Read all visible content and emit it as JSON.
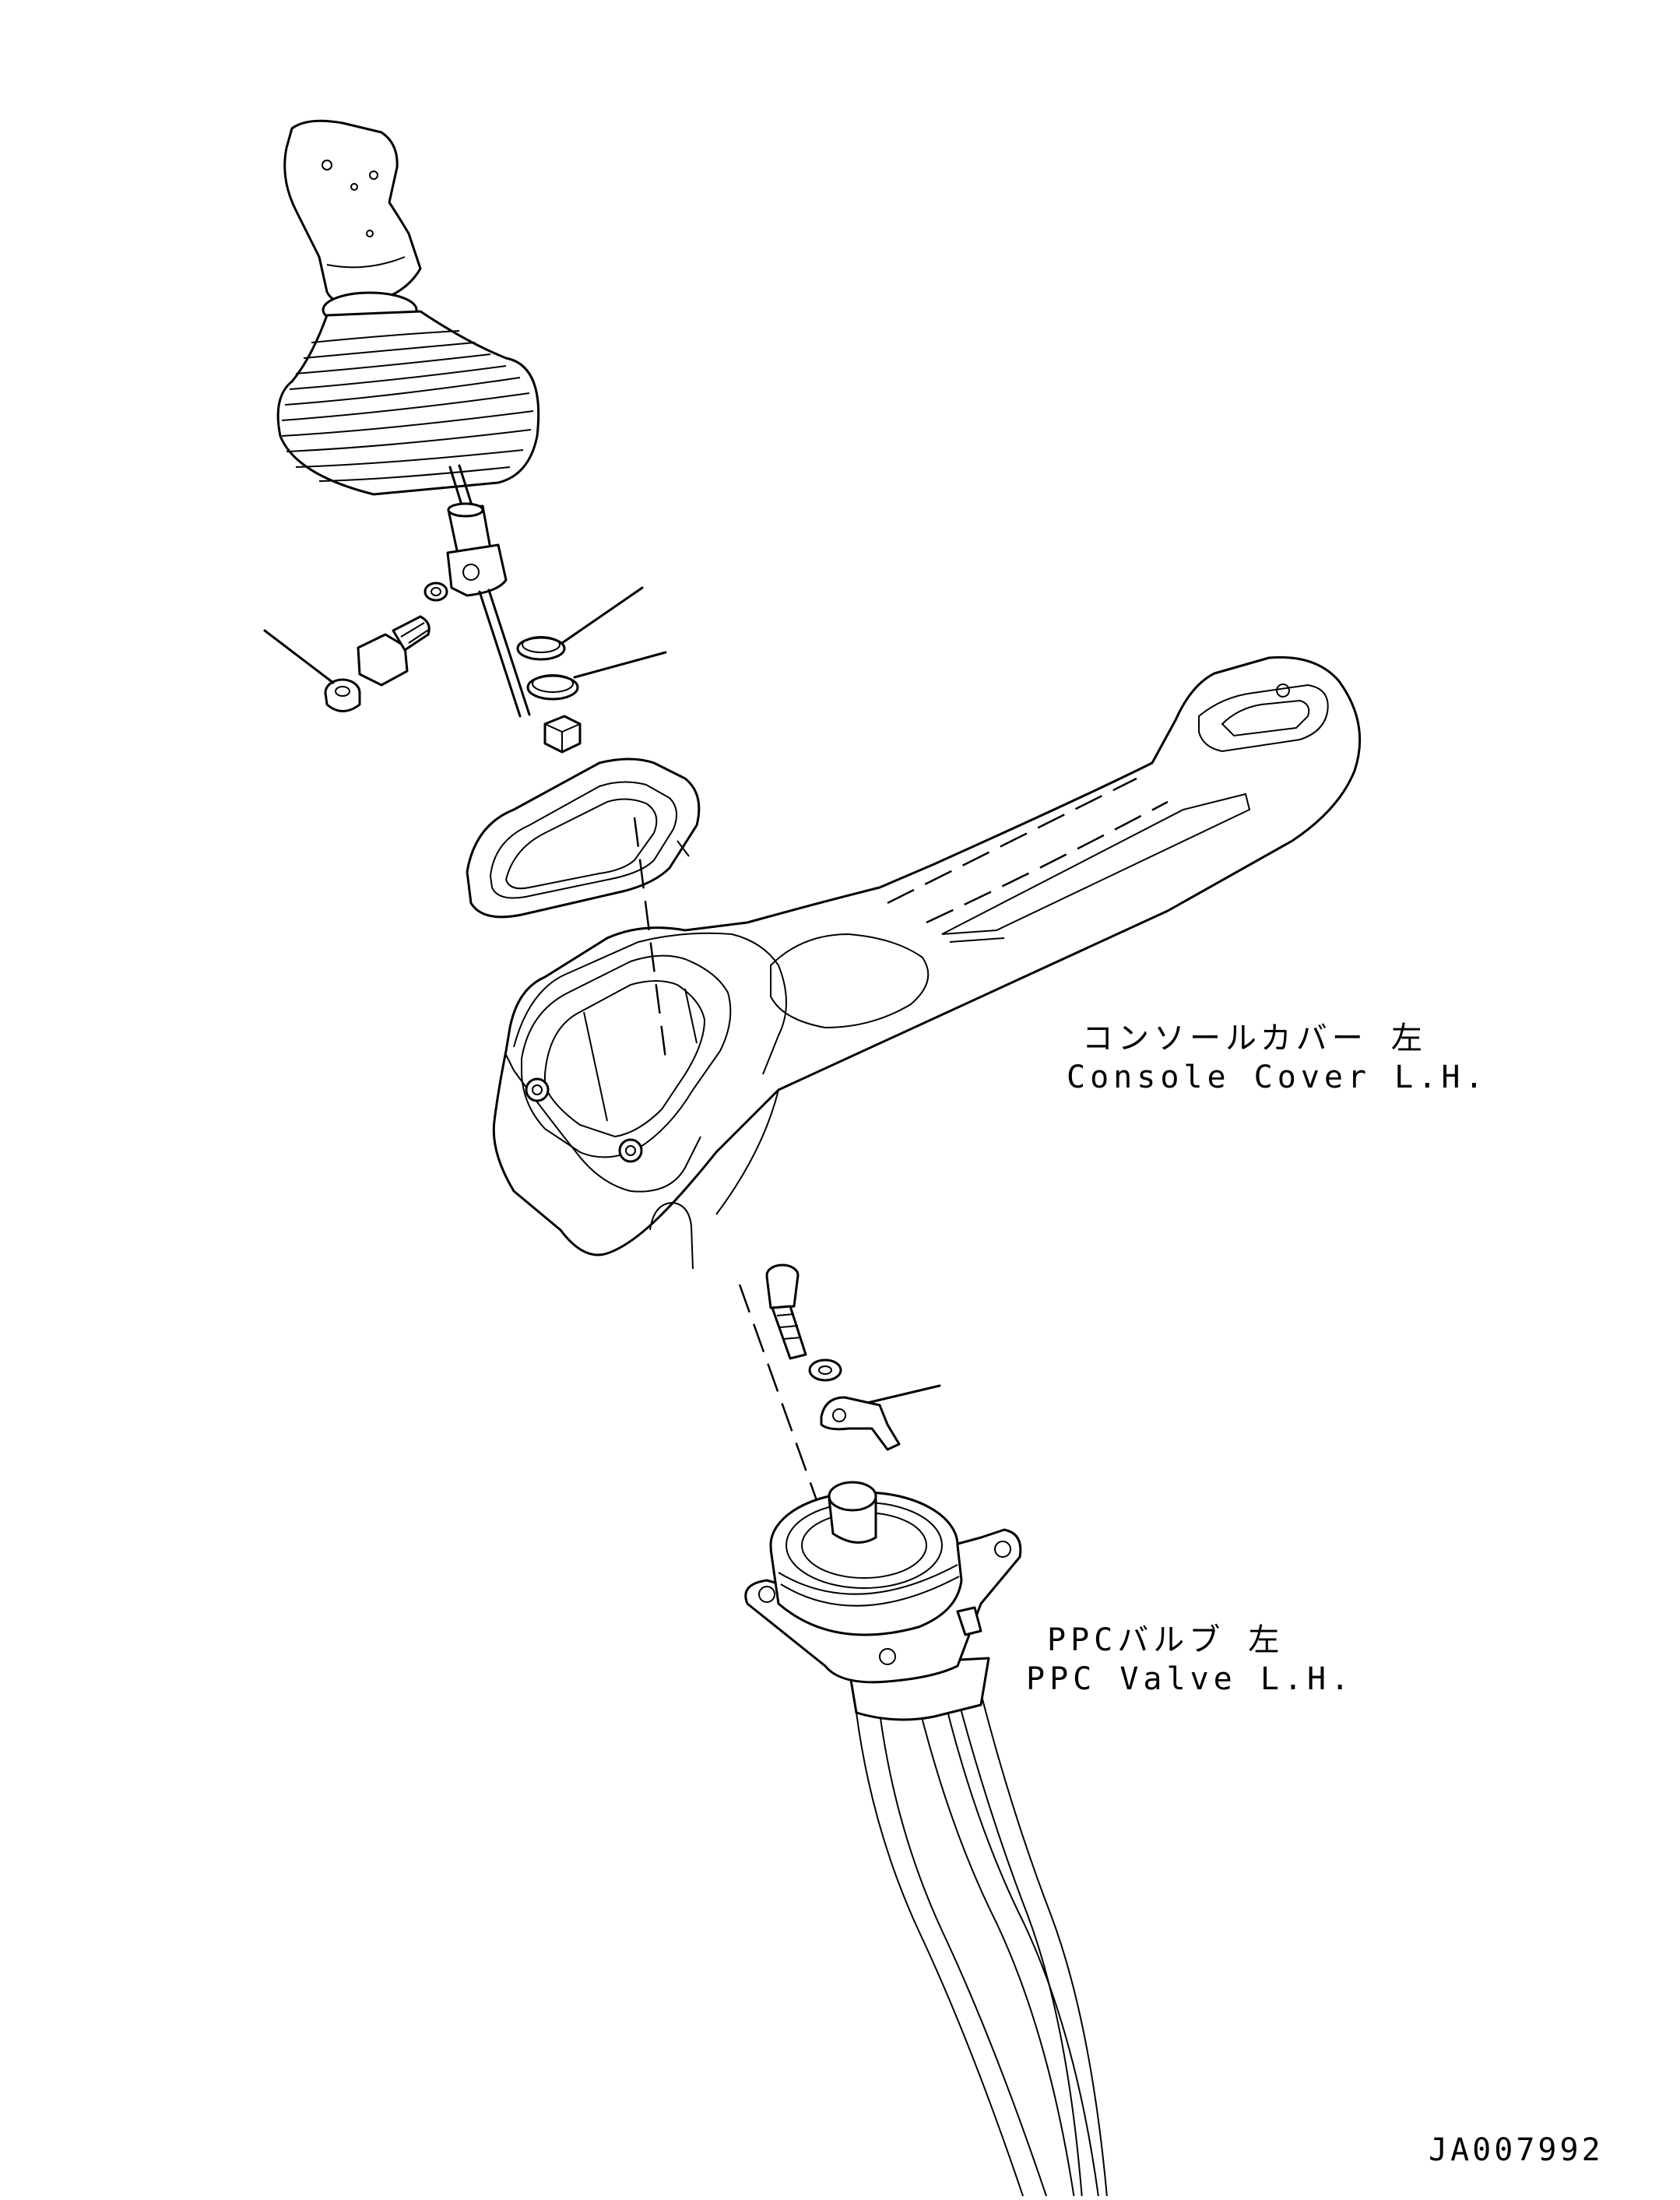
{
  "labels": {
    "console_cover_jp": "コンソールカバー 左",
    "console_cover_en": "Console Cover L.H.",
    "ppc_valve_jp": "PPCバルブ 左",
    "ppc_valve_en": "PPC Valve L.H.",
    "drawing_number": "JA007992"
  }
}
